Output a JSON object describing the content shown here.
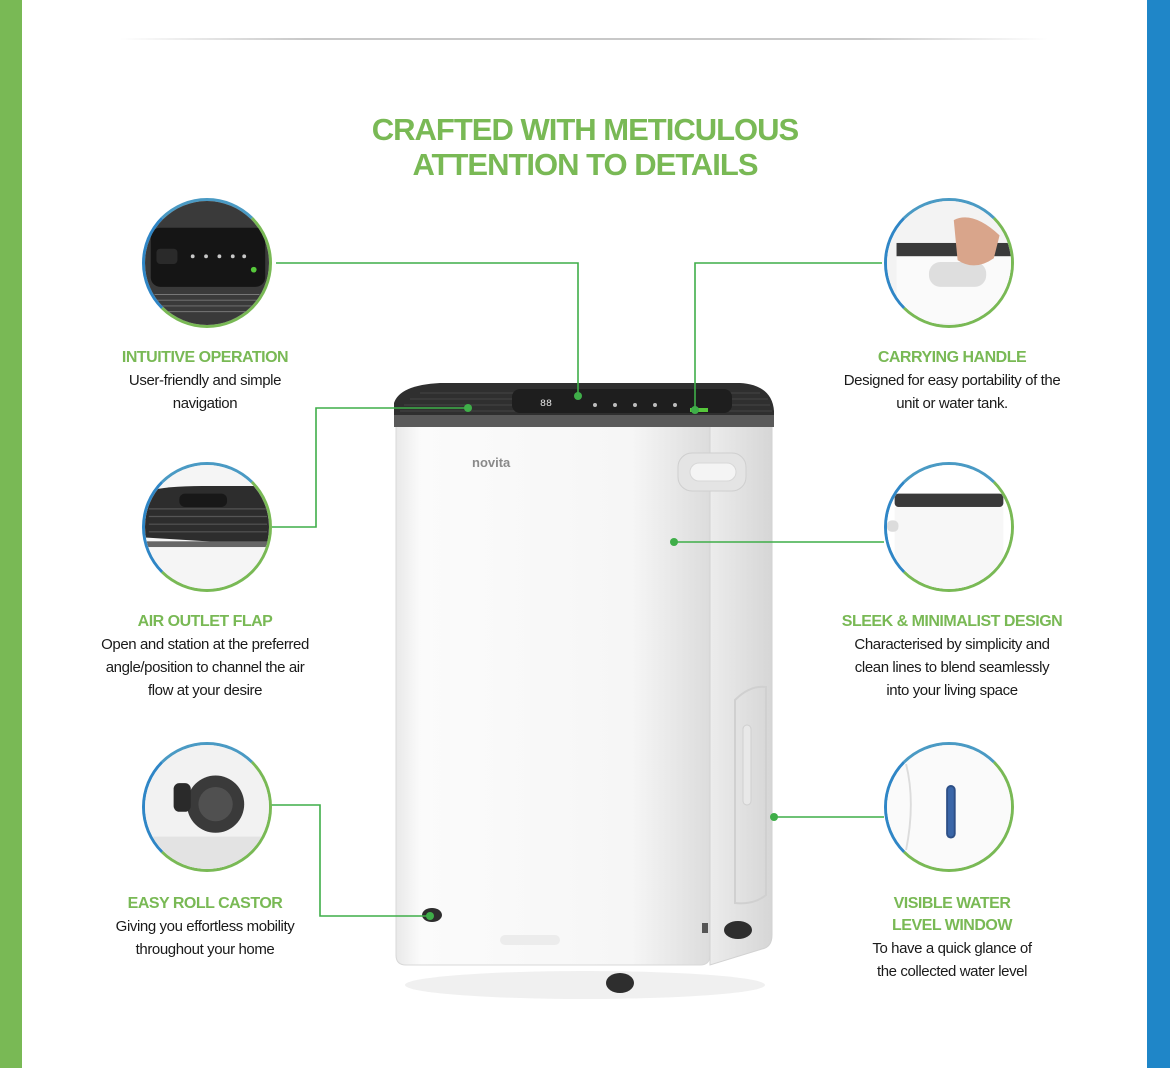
{
  "headline": {
    "line1": "CRAFTED WITH METICULOUS",
    "line2": "ATTENTION TO DETAILS"
  },
  "brand": "novita",
  "panel_display": "88",
  "colors": {
    "accent_green": "#79b955",
    "accent_blue": "#1f86c8",
    "connector": "#3fae49"
  },
  "features": {
    "intuitive": {
      "title": "INTUITIVE OPERATION",
      "line1": "User-friendly and simple",
      "line2": "navigation"
    },
    "handle": {
      "title": "CARRYING HANDLE",
      "line1": "Designed for easy portability of the",
      "line2": "unit or water tank."
    },
    "flap": {
      "title": "AIR OUTLET FLAP",
      "line1": "Open and station at the preferred",
      "line2": "angle/position to channel the air",
      "line3": "flow at your desire"
    },
    "sleek": {
      "title": "SLEEK & MINIMALIST DESIGN",
      "line1": "Characterised by simplicity and",
      "line2": "clean lines to blend seamlessly",
      "line3": "into your living space"
    },
    "castor": {
      "title": "EASY ROLL CASTOR",
      "line1": "Giving you effortless mobility",
      "line2": "throughout your home"
    },
    "window": {
      "title_line1": "VISIBLE WATER",
      "title_line2": "LEVEL WINDOW",
      "line1": "To have a quick glance of",
      "line2": "the collected water level"
    }
  }
}
